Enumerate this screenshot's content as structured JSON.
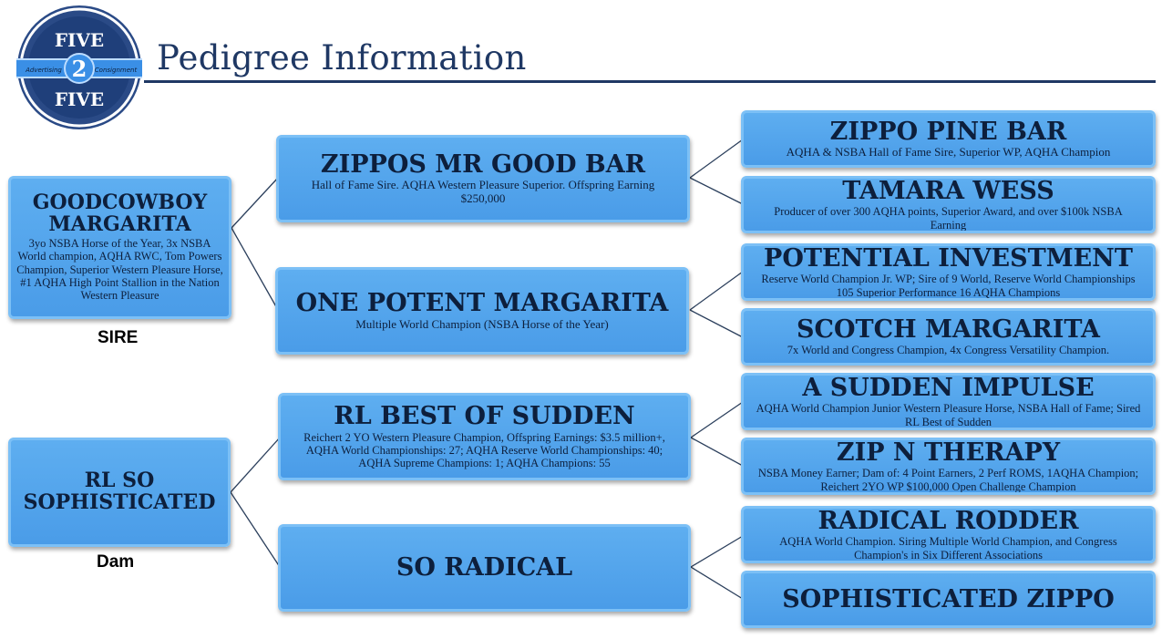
{
  "header": {
    "title": "Pedigree Information",
    "logo": {
      "top": "FIVE",
      "middle": "2",
      "bottom": "FIVE",
      "left_text": "Advertising",
      "right_text": "Consignment"
    }
  },
  "labels": {
    "sire": "SIRE",
    "dam": "Dam"
  },
  "pedigree": {
    "sire": {
      "name": "GOODCOWBOY MARGARITA",
      "desc": "3yo NSBA Horse of the Year, 3x NSBA World champion, AQHA RWC, Tom Powers Champion, Superior Western Pleasure Horse, #1 AQHA High Point Stallion in the Nation Western Pleasure",
      "sire": {
        "name": "ZIPPOS MR GOOD BAR",
        "desc": "Hall of Fame Sire. AQHA Western Pleasure Superior. Offspring Earning $250,000",
        "sire": {
          "name": "ZIPPO PINE BAR",
          "desc": "AQHA & NSBA Hall of Fame Sire, Superior WP, AQHA Champion"
        },
        "dam": {
          "name": "TAMARA WESS",
          "desc": "Producer of over 300 AQHA points, Superior Award, and over $100k NSBA Earning"
        }
      },
      "dam": {
        "name": "ONE POTENT MARGARITA",
        "desc": "Multiple World Champion (NSBA Horse of the Year)",
        "sire": {
          "name": "POTENTIAL INVESTMENT",
          "desc": "Reserve World Champion Jr. WP; Sire of 9 World, Reserve World Championships 105 Superior Performance 16 AQHA Champions"
        },
        "dam": {
          "name": "SCOTCH MARGARITA",
          "desc": "7x World and Congress Champion, 4x Congress Versatility Champion."
        }
      }
    },
    "dam": {
      "name": "RL SO SOPHISTICATED",
      "desc": "",
      "sire": {
        "name": "RL BEST OF SUDDEN",
        "desc": "Reichert 2 YO Western Pleasure Champion, Offspring Earnings: $3.5 million+, AQHA World Championships: 27; AQHA Reserve World Championships: 40; AQHA Supreme Champions: 1; AQHA Champions: 55",
        "sire": {
          "name": "A SUDDEN IMPULSE",
          "desc": "AQHA World Champion Junior Western Pleasure Horse, NSBA Hall of Fame; Sired RL Best of Sudden"
        },
        "dam": {
          "name": "ZIP N THERAPY",
          "desc": "NSBA Money Earner; Dam of: 4 Point Earners, 2 Perf ROMS, 1AQHA Champion; Reichert 2YO WP $100,000 Open Challenge Champion"
        }
      },
      "dam": {
        "name": "SO RADICAL",
        "desc": "",
        "sire": {
          "name": "RADICAL RODDER",
          "desc": "AQHA World Champion. Siring Multiple World Champion, and Congress Champion's in Six Different Associations"
        },
        "dam": {
          "name": "SOPHISTICATED ZIPPO",
          "desc": ""
        }
      }
    }
  }
}
